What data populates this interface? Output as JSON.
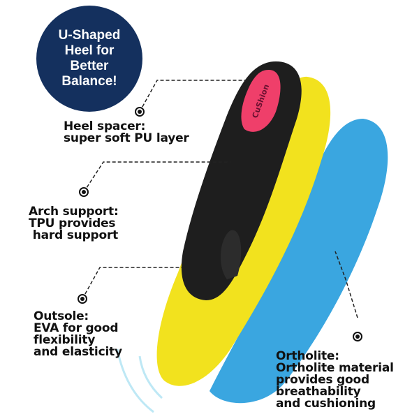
{
  "badge": {
    "lines": [
      "U-Shaped",
      "Heel for",
      "Better",
      "Balance!"
    ]
  },
  "product": {
    "brand_mark": "CuShion"
  },
  "callouts": [
    {
      "id": "heel-spacer",
      "title": "Heel spacer:",
      "lines": [
        "super soft PU layer"
      ]
    },
    {
      "id": "arch-support",
      "title": "Arch support:",
      "lines": [
        "TPU provides",
        " hard support"
      ]
    },
    {
      "id": "outsole",
      "title": "Outsole:",
      "lines": [
        "EVA for good",
        "flexibility",
        "and elasticity"
      ]
    },
    {
      "id": "ortholite",
      "title": "Ortholite:",
      "lines": [
        "Ortholite material",
        "provides good",
        "breathability",
        "and cushioning"
      ]
    }
  ],
  "colors": {
    "badge": "#14305e",
    "yellow": "#f2e21e",
    "blue": "#3aa6e0",
    "black": "#1e1e1e",
    "pink": "#ef3f6a"
  }
}
